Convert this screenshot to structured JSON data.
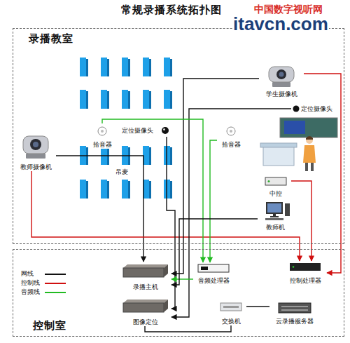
{
  "diagram": {
    "title": "常规录播系统拓扑图",
    "nodes": [
      {
        "text": [
          "录播教室"
        ]
      },
      {
        "text": [
          "学生摄像机"
        ],
        "in": 0
      },
      {
        "text": [
          "定位摄像头"
        ],
        "in": 0
      },
      {
        "text": [
          "拾音器"
        ],
        "in": 0
      },
      {
        "text": [
          "定位摄像头"
        ],
        "in": 0
      },
      {
        "text": [
          "拾音器"
        ],
        "in": 0
      },
      {
        "text": [
          "教师摄像机"
        ],
        "in": 0
      },
      {
        "text": [
          "中控"
        ],
        "in": 0
      },
      {
        "text": [
          "教师机"
        ],
        "in": 0
      },
      {
        "text": [
          "控制室"
        ]
      },
      {
        "text": [
          "录播主机"
        ],
        "in": 9
      },
      {
        "text": [
          "控制处理器"
        ],
        "in": 9
      },
      {
        "text": [
          "音频处理器"
        ],
        "in": 9
      },
      {
        "text": [
          "图像定位"
        ],
        "in": 9
      },
      {
        "text": [
          "交换机"
        ],
        "in": 9
      },
      {
        "text": [
          "云录播服务器"
        ],
        "in": 9
      }
    ],
    "edges": [
      {
        "from": 6,
        "to": 10,
        "arrow": "to"
      },
      {
        "from": 6,
        "to": 11,
        "arrow": "to"
      },
      {
        "from": 1,
        "to": 10,
        "arrow": "to"
      },
      {
        "from": 1,
        "to": 11,
        "arrow": "to"
      },
      {
        "from": 4,
        "to": 13,
        "arrow": "to"
      },
      {
        "from": 2,
        "to": 13,
        "arrow": "to"
      },
      {
        "from": 3,
        "to": 12,
        "arrow": "to"
      },
      {
        "from": 5,
        "to": 12,
        "arrow": "to"
      },
      {
        "from": 12,
        "to": 10,
        "arrow": "to"
      },
      {
        "from": 7,
        "to": 11,
        "arrow": "to"
      },
      {
        "from": 8,
        "to": 10,
        "arrow": "to"
      },
      {
        "from": 13,
        "to": 14,
        "arrow": "none"
      },
      {
        "from": 14,
        "to": 15,
        "arrow": "none"
      }
    ],
    "labels": [
      "吊麦",
      "中国数字视听网",
      "itavcn.com"
    ],
    "legend": [
      {
        "text": "网线",
        "color": "#111111"
      },
      {
        "text": "控制线",
        "color": "#d01010"
      },
      {
        "text": "音频线",
        "color": "#22bb22"
      }
    ]
  }
}
